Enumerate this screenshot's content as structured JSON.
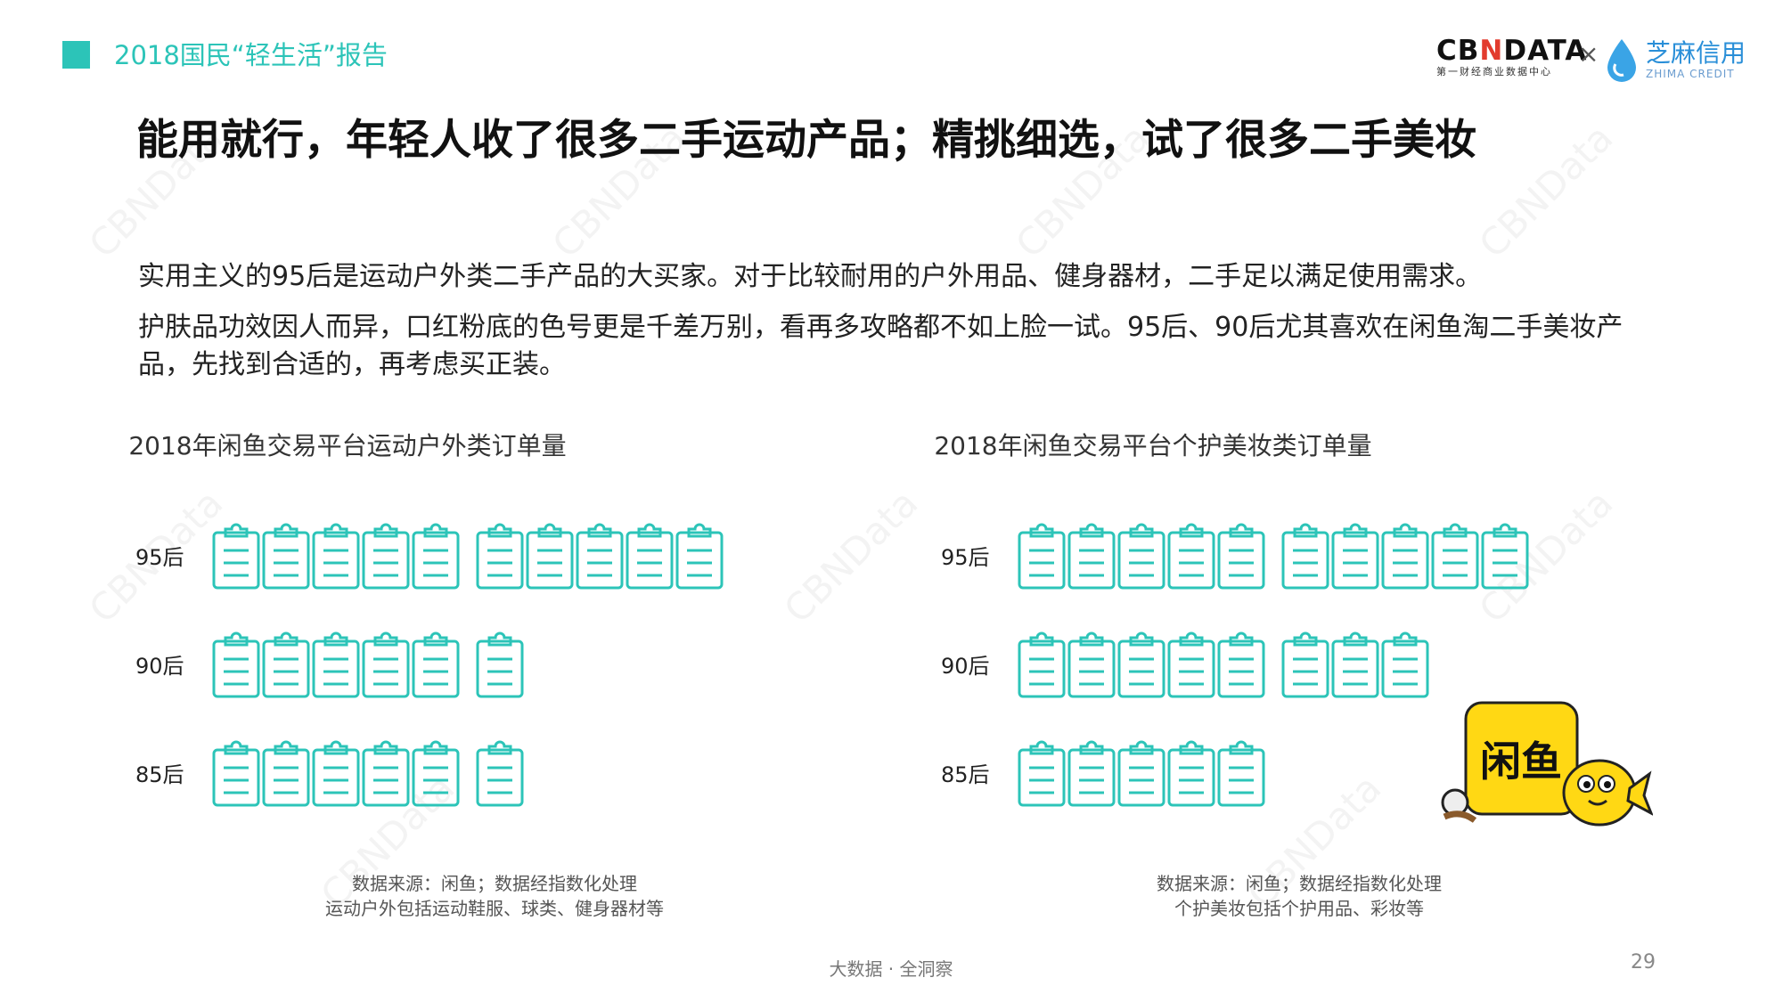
{
  "header": {
    "report_title": "2018国民“轻生活”报告",
    "brand_color": "#2cc4b8"
  },
  "logos": {
    "cbn_main_a": "CB",
    "cbn_main_n": "N",
    "cbn_main_b": "DATA",
    "cbn_sub": "第一财经商业数据中心",
    "cross": "×",
    "zhima_main": "芝麻信用",
    "zhima_sub": "ZHIMA CREDIT"
  },
  "headline": "能用就行，年轻人收了很多二手运动产品；精挑细选，试了很多二手美妆",
  "paragraphs": {
    "p1": "实用主义的95后是运动户外类二手产品的大买家。对于比较耐用的户外用品、健身器材，二手足以满足使用需求。",
    "p2": "护肤品功效因人而异，口红粉底的色号更是千差万别，看再多攻略都不如上脸一试。95后、90后尤其喜欢在闲鱼淘二手美妆产品，先找到合适的，再考虑买正装。"
  },
  "chart_data": [
    {
      "type": "bar",
      "title": "2018年闲鱼交易平台运动户外类订单量",
      "categories": [
        "95后",
        "90后",
        "85后"
      ],
      "values": [
        10,
        6,
        6
      ],
      "icon": "clipboard-icon",
      "color": "#2cc4b8"
    },
    {
      "type": "bar",
      "title": "2018年闲鱼交易平台个护美妆类订单量",
      "categories": [
        "95后",
        "90后",
        "85后"
      ],
      "values": [
        10,
        8,
        5
      ],
      "icon": "clipboard-icon",
      "color": "#2cc4b8"
    }
  ],
  "notes": {
    "left_line1": "数据来源：闲鱼；数据经指数化处理",
    "left_line2": "运动户外包括运动鞋服、球类、健身器材等",
    "right_line1": "数据来源：闲鱼；数据经指数化处理",
    "right_line2": "个护美妆包括个护用品、彩妆等"
  },
  "mascot": {
    "logo_text": "闲鱼",
    "logo_color": "#ffd814"
  },
  "watermark_text": "CBNData",
  "footer": {
    "slogan": "大数据 · 全洞察",
    "page_number": "29"
  }
}
